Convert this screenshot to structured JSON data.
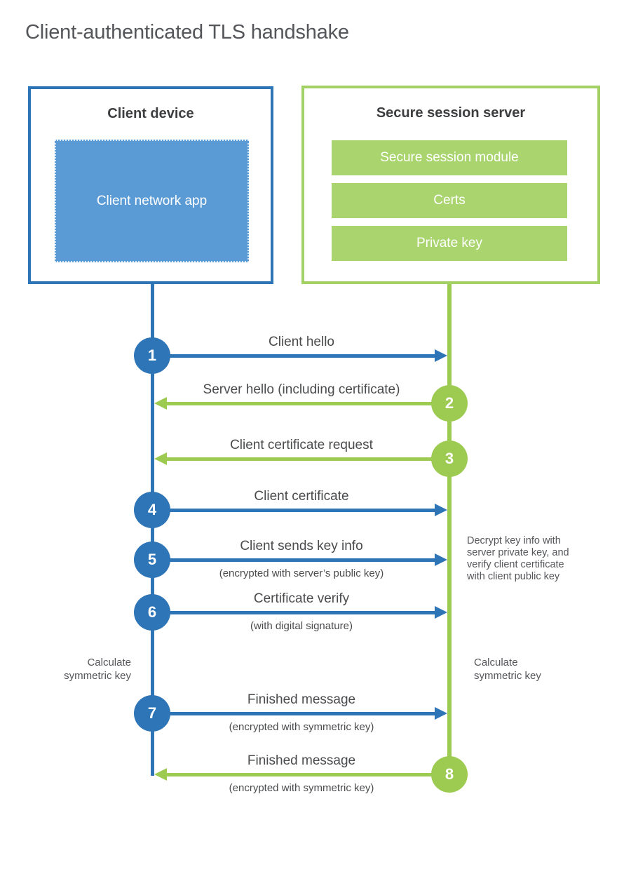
{
  "title": "Client-authenticated TLS handshake",
  "client": {
    "title": "Client device",
    "app_label": "Client network app"
  },
  "server": {
    "title": "Secure session server",
    "modules": [
      "Secure session module",
      "Certs",
      "Private key"
    ]
  },
  "messages": [
    {
      "num": "1",
      "direction": "client-to-server",
      "label": "Client hello",
      "sub": ""
    },
    {
      "num": "2",
      "direction": "server-to-client",
      "label": "Server hello (including certificate)",
      "sub": ""
    },
    {
      "num": "3",
      "direction": "server-to-client",
      "label": "Client certificate request",
      "sub": ""
    },
    {
      "num": "4",
      "direction": "client-to-server",
      "label": "Client certificate",
      "sub": ""
    },
    {
      "num": "5",
      "direction": "client-to-server",
      "label": "Client sends key info",
      "sub": "(encrypted with server’s public key)"
    },
    {
      "num": "6",
      "direction": "client-to-server",
      "label": "Certificate verify",
      "sub": "(with digital signature)"
    },
    {
      "num": "7",
      "direction": "client-to-server",
      "label": "Finished message",
      "sub": "(encrypted with symmetric key)"
    },
    {
      "num": "8",
      "direction": "server-to-client",
      "label": "Finished message",
      "sub": "(encrypted with symmetric key)"
    }
  ],
  "notes": {
    "decrypt": "Decrypt key info with\nserver private key, and\nverify client certificate\nwith client public key",
    "calc_left": "Calculate\nsymmetric key",
    "calc_right": "Calculate\nsymmetric key"
  },
  "colors": {
    "blue": "#2e75b8",
    "light_blue": "#5b9bd5",
    "green": "#9dcb52",
    "light_green": "#a9d46e"
  }
}
